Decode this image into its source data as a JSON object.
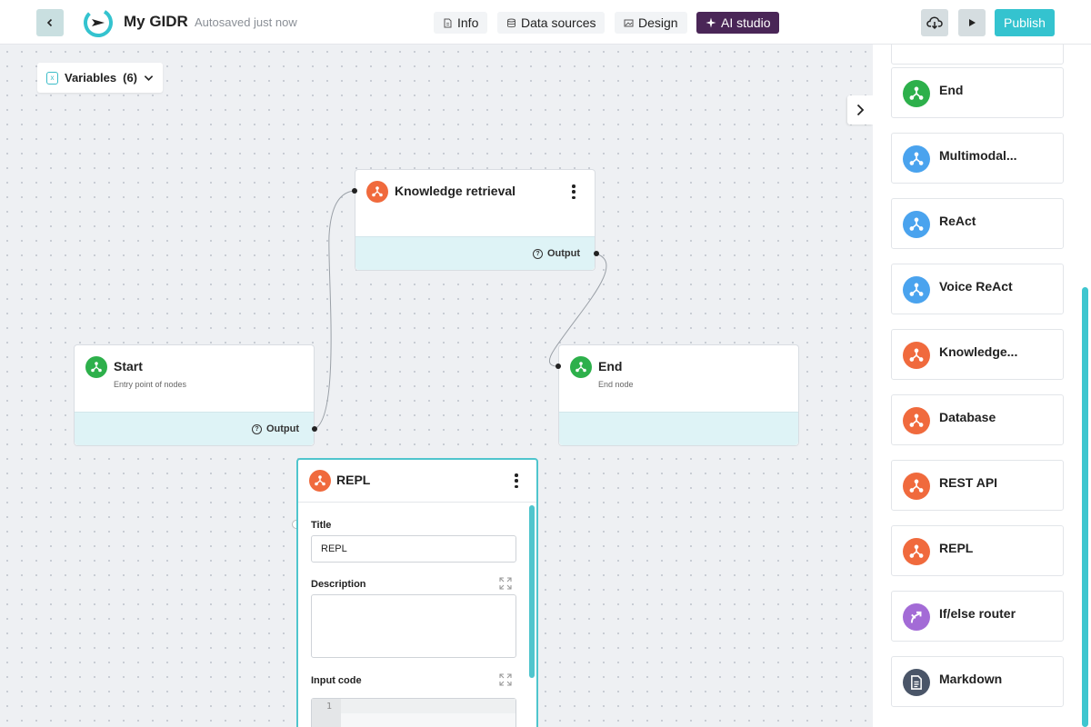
{
  "header": {
    "app_title": "My GIDR",
    "autosave": "Autosaved just now",
    "tabs": [
      {
        "label": "Info",
        "icon": "document-icon"
      },
      {
        "label": "Data sources",
        "icon": "database-icon"
      },
      {
        "label": "Design",
        "icon": "image-icon"
      },
      {
        "label": "AI studio",
        "icon": "sparkle-icon"
      }
    ],
    "publish_label": "Publish"
  },
  "canvas": {
    "variables_label": "Variables",
    "variables_count": "(6)",
    "nodes": {
      "knowledge": {
        "title": "Knowledge retrieval",
        "output": "Output"
      },
      "start": {
        "title": "Start",
        "desc": "Entry point of nodes",
        "output": "Output"
      },
      "end": {
        "title": "End",
        "desc": "End node"
      },
      "repl": {
        "title": "REPL",
        "title_label": "Title",
        "title_value": "REPL",
        "description_label": "Description",
        "input_code_label": "Input code",
        "line_number": "1"
      }
    }
  },
  "panel": {
    "items": [
      {
        "label": "End",
        "color": "#2db04b",
        "icon": "node-icon"
      },
      {
        "label": "Multimodal...",
        "color": "#4aa3ee",
        "icon": "node-icon"
      },
      {
        "label": "ReAct",
        "color": "#4aa3ee",
        "icon": "node-icon"
      },
      {
        "label": "Voice ReAct",
        "color": "#4aa3ee",
        "icon": "node-icon"
      },
      {
        "label": "Knowledge...",
        "color": "#f06a3d",
        "icon": "node-icon"
      },
      {
        "label": "Database",
        "color": "#f06a3d",
        "icon": "node-icon"
      },
      {
        "label": "REST API",
        "color": "#f06a3d",
        "icon": "node-icon"
      },
      {
        "label": "REPL",
        "color": "#f06a3d",
        "icon": "node-icon"
      },
      {
        "label": "If/else router",
        "color": "#a36bd6",
        "icon": "router-icon"
      },
      {
        "label": "Markdown",
        "color": "#4a5568",
        "icon": "markdown-icon"
      }
    ]
  },
  "colors": {
    "accent": "#34c3cf",
    "ai_studio": "#4a2657",
    "green": "#2db04b",
    "orange": "#f06a3d",
    "blue": "#4aa3ee"
  }
}
